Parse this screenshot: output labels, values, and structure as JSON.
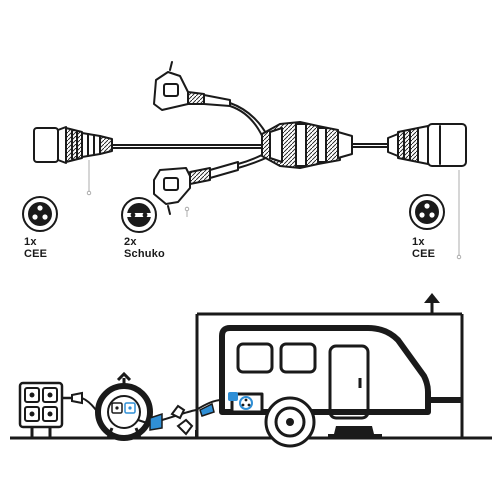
{
  "labels": {
    "left": {
      "count": "1x",
      "type": "CEE"
    },
    "middle": {
      "count": "2x",
      "type": "Schuko"
    },
    "right": {
      "count": "1x",
      "type": "CEE"
    }
  },
  "colors": {
    "line": "#1a1a1a",
    "accent": "#2f8fd6",
    "background": "#ffffff"
  },
  "icons": {
    "cee_socket": "cee-socket-icon",
    "schuko_socket": "schuko-socket-icon",
    "caravan": "caravan-icon",
    "cable_reel": "cable-reel-icon",
    "outlet_box": "outlet-box-icon",
    "up_arrow": "up-arrow-icon"
  }
}
